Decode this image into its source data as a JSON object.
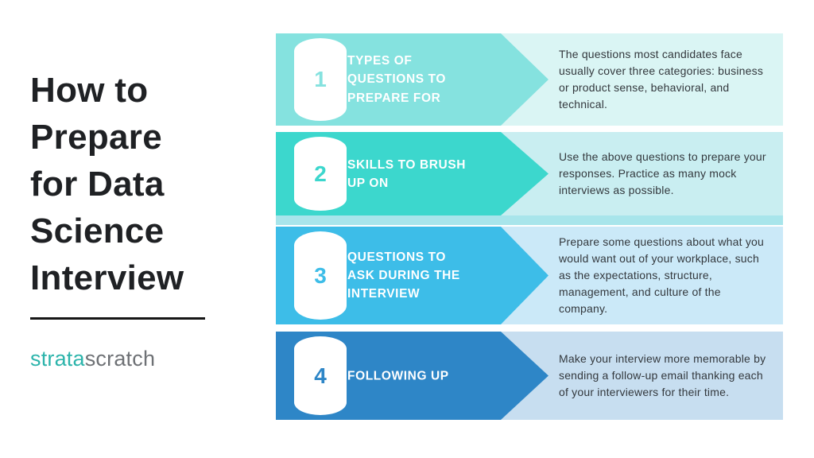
{
  "left": {
    "title_lines": [
      "How to",
      "Prepare",
      "for Data",
      "Science",
      "Interview"
    ],
    "logo": {
      "part1": "strata",
      "part2": "scratch",
      "part1_color": "#2CB4AB",
      "part2_color": "#6E7175"
    }
  },
  "steps": [
    {
      "number": "1",
      "title_lines": [
        "TYPES OF",
        "QUESTIONS TO",
        "PREPARE FOR"
      ],
      "description": "The questions most candidates face usually cover three categories: business or product sense, behavioral, and technical.",
      "banner_color": "#85E2DF",
      "bg_color": "#DAF5F4"
    },
    {
      "number": "2",
      "title_lines": [
        "SKILLS TO BRUSH",
        "UP ON"
      ],
      "description": "Use the above questions to prepare your responses. Practice as many mock interviews as possible.",
      "banner_color": "#3CD7CD",
      "bg_color": "#C9EEF1",
      "strip_color": "#A8E5EB"
    },
    {
      "number": "3",
      "title_lines": [
        "QUESTIONS TO",
        "ASK DURING THE",
        "INTERVIEW"
      ],
      "description": "Prepare some questions about what you would want out of your workplace, such as the expectations, structure, management, and culture of the company.",
      "banner_color": "#3DBDE8",
      "bg_color": "#CBE9F8"
    },
    {
      "number": "4",
      "title_lines": [
        "FOLLOWING UP"
      ],
      "description": "Make your interview more memorable by sending a follow-up email thanking each of your interviewers for their time.",
      "banner_color": "#2E86C7",
      "bg_color": "#C7DEF0"
    }
  ],
  "colors": {
    "title_text": "#1F2124",
    "body_text": "#33383D",
    "divider": "#161616",
    "page_bg": "#FFFFFF"
  }
}
